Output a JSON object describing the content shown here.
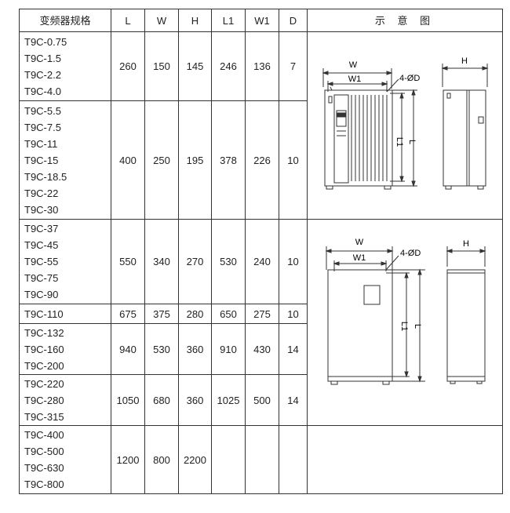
{
  "header": {
    "spec": "变频器规格",
    "L": "L",
    "W": "W",
    "H": "H",
    "L1": "L1",
    "W1": "W1",
    "D": "D",
    "diagram": "示 意 图"
  },
  "groups": [
    {
      "models": [
        "T9C-0.75",
        "T9C-1.5",
        "T9C-2.2",
        "T9C-4.0"
      ],
      "L": "260",
      "W": "150",
      "H": "145",
      "L1": "246",
      "W1": "136",
      "D": "7"
    },
    {
      "models": [
        "T9C-5.5",
        "T9C-7.5",
        "T9C-11",
        "T9C-15",
        "T9C-18.5",
        "T9C-22",
        "T9C-30"
      ],
      "L": "400",
      "W": "250",
      "H": "195",
      "L1": "378",
      "W1": "226",
      "D": "10"
    },
    {
      "models": [
        "T9C-37",
        "T9C-45",
        "T9C-55",
        "T9C-75",
        "T9C-90"
      ],
      "L": "550",
      "W": "340",
      "H": "270",
      "L1": "530",
      "W1": "240",
      "D": "10"
    },
    {
      "models": [
        "T9C-110"
      ],
      "L": "675",
      "W": "375",
      "H": "280",
      "L1": "650",
      "W1": "275",
      "D": "10"
    },
    {
      "models": [
        "T9C-132",
        "T9C-160",
        "T9C-200"
      ],
      "L": "940",
      "W": "530",
      "H": "360",
      "L1": "910",
      "W1": "430",
      "D": "14"
    },
    {
      "models": [
        "T9C-220",
        "T9C-280",
        "T9C-315"
      ],
      "L": "1050",
      "W": "680",
      "H": "360",
      "L1": "1025",
      "W1": "500",
      "D": "14"
    },
    {
      "models": [
        "T9C-400",
        "T9C-500",
        "T9C-630",
        "T9C-800"
      ],
      "L": "1200",
      "W": "800",
      "H": "2200",
      "L1": "",
      "W1": "",
      "D": ""
    }
  ],
  "diagram_labels": {
    "W": "W",
    "W1": "W1",
    "H": "H",
    "L": "L",
    "L1": "L1",
    "hole": "4-ØD"
  }
}
